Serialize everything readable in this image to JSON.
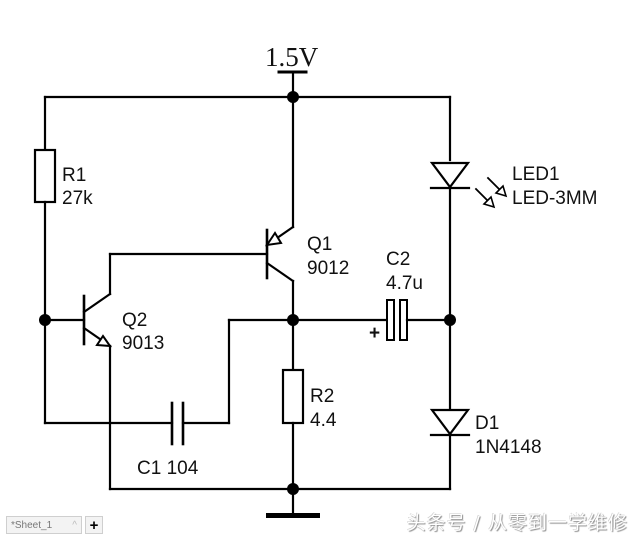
{
  "schematic": {
    "title": "LED flasher circuit",
    "supply": {
      "label": "1.5V"
    },
    "components": {
      "R1": {
        "ref": "R1",
        "value": "27k",
        "type": "resistor"
      },
      "R2": {
        "ref": "R2",
        "value": "4.4",
        "type": "resistor"
      },
      "Q1": {
        "ref": "Q1",
        "value": "9012",
        "type": "pnp-transistor"
      },
      "Q2": {
        "ref": "Q2",
        "value": "9013",
        "type": "npn-transistor"
      },
      "C1": {
        "ref": "C1",
        "value": "104",
        "label": "C1  104",
        "type": "capacitor"
      },
      "C2": {
        "ref": "C2",
        "value": "4.7u",
        "type": "electrolytic-capacitor",
        "polarity_mark": "+"
      },
      "LED1": {
        "ref": "LED1",
        "value": "LED-3MM",
        "type": "led"
      },
      "D1": {
        "ref": "D1",
        "value": "1N4148",
        "type": "diode"
      }
    },
    "ground": {
      "type": "ground-bar"
    }
  },
  "tabbar": {
    "sheet_tab_label": "*Sheet_1",
    "sheet_tab_caret": "^",
    "add_sheet_label": "+"
  },
  "watermark": {
    "text": "头条号 / 从零到一学维修"
  }
}
